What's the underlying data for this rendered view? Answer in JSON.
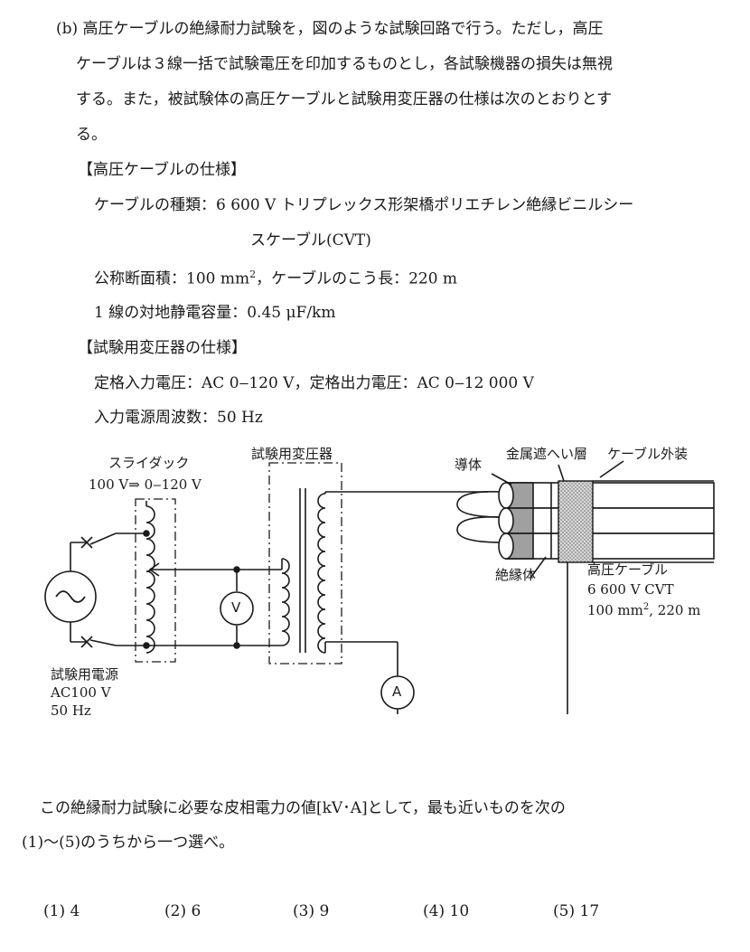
{
  "problem": {
    "intro_lines": [
      "(b) 高圧ケーブルの絶縁耐力試験を，図のような試験回路で行う。ただし，高圧",
      "ケーブルは３線一括で試験電圧を印加するものとし，各試験機器の損失は無視",
      "する。また，被試験体の高圧ケーブルと試験用変圧器の仕様は次のとおりとす",
      "る。"
    ],
    "cable_spec_header": "【高圧ケーブルの仕様】",
    "cable_type_line1": "ケーブルの種類：6 600 V トリプレックス形架橋ポリエチレン絶縁ビニルシー",
    "cable_type_line2": "スケーブル(CVT)",
    "cable_area_prefix": "公称断面積：100 mm",
    "cable_area_sup": "2",
    "cable_area_suffix": "，ケーブルのこう長：220 m",
    "capacitance": "1 線の対地静電容量：0.45 μF/km",
    "transformer_spec_header": "【試験用変圧器の仕様】",
    "rated_voltages": "定格入力電圧：AC 0‒120 V，定格出力電圧：AC 0‒12 000 V",
    "frequency": "入力電源周波数：50 Hz",
    "question_line1": "この絶縁耐力試験に必要な皮相電力の値[kV･A]として，最も近いものを次の",
    "question_line2": "(1)～(5)のうちから一つ選べ。"
  },
  "diagram": {
    "slidac_label": "スライダック",
    "slidac_range": "100 V⇒ 0‒120 V",
    "transformer_label": "試験用変圧器",
    "source_label1": "試験用電源",
    "source_label2": "AC100 V",
    "source_label3": "50 Hz",
    "voltmeter": "V",
    "ammeter": "A",
    "conductor_label": "導体",
    "shield_label": "金属遮へい層",
    "sheath_label": "ケーブル外装",
    "insulator_label": "絶縁体",
    "cable_label1": "高圧ケーブル",
    "cable_label2": "6 600 V CVT",
    "cable_label3_prefix": "100 mm",
    "cable_label3_sup": "2",
    "cable_label3_suffix": ", 220 m"
  },
  "choices": [
    {
      "num": "(1)",
      "value": "4"
    },
    {
      "num": "(2)",
      "value": "6"
    },
    {
      "num": "(3)",
      "value": "9"
    },
    {
      "num": "(4)",
      "value": "10"
    },
    {
      "num": "(5)",
      "value": "17"
    }
  ]
}
